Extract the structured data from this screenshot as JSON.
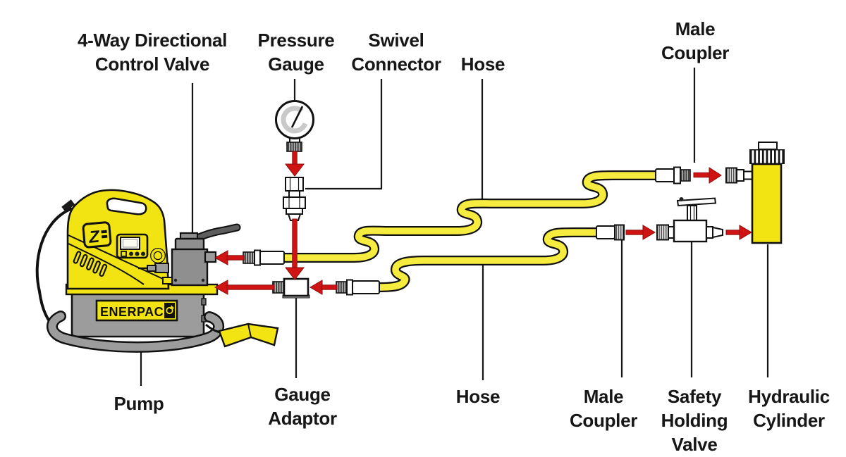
{
  "diagram": {
    "labels": {
      "four_way_valve": {
        "line1": "4-Way Directional",
        "line2": "Control Valve"
      },
      "pressure_gauge": {
        "line1": "Pressure",
        "line2": "Gauge"
      },
      "swivel_connector": {
        "line1": "Swivel",
        "line2": "Connector"
      },
      "hose_top": {
        "line1": "Hose"
      },
      "male_coupler_top": {
        "line1": "Male",
        "line2": "Coupler"
      },
      "pump": {
        "line1": "Pump"
      },
      "gauge_adaptor": {
        "line1": "Gauge",
        "line2": "Adaptor"
      },
      "hose_bottom": {
        "line1": "Hose"
      },
      "male_coupler_bottom": {
        "line1": "Male",
        "line2": "Coupler"
      },
      "safety_holding_valve": {
        "line1": "Safety",
        "line2": "Holding",
        "line3": "Valve"
      },
      "hydraulic_cylinder": {
        "line1": "Hydraulic",
        "line2": "Cylinder"
      }
    },
    "pump_unit": {
      "brand": "ENERPAC.",
      "badge": "Z"
    },
    "colors": {
      "machine_yellow": "#f2e412",
      "hose_yellow": "#f6ec3f",
      "arrow_red": "#d01414",
      "machine_gray": "#9c9c9c",
      "outline_black": "#111111"
    }
  }
}
